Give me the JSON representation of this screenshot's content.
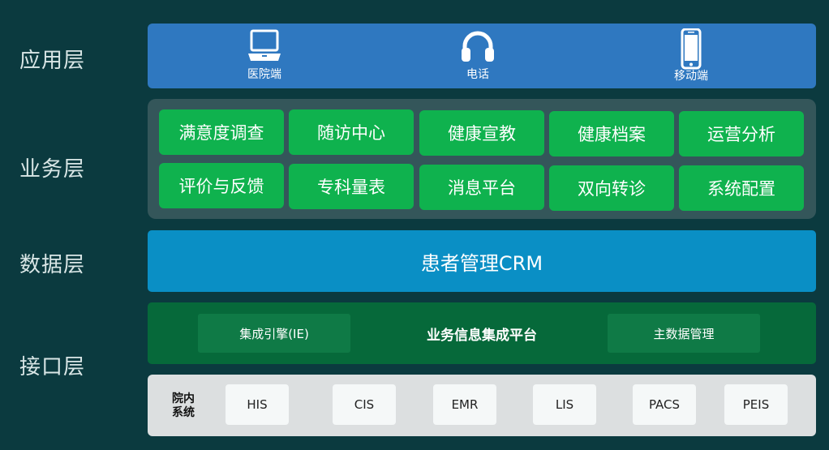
{
  "layers": {
    "application": "应用层",
    "business": "业务层",
    "data": "数据层",
    "interface": "接口层"
  },
  "application": {
    "items": [
      {
        "label": "医院端",
        "icon": "laptop-icon"
      },
      {
        "label": "电话",
        "icon": "headphones-icon"
      },
      {
        "label": "移动端",
        "icon": "smartphone-icon"
      }
    ]
  },
  "business": {
    "modules": [
      "满意度调查",
      "随访中心",
      "健康宣教",
      "健康档案",
      "运营分析",
      "评价与反馈",
      "专科量表",
      "消息平台",
      "双向转诊",
      "系统配置"
    ]
  },
  "data": {
    "title": "患者管理CRM"
  },
  "integration": {
    "left": "集成引擎(IE)",
    "title": "业务信息集成平台",
    "right": "主数据管理"
  },
  "systems": {
    "title_line1": "院内",
    "title_line2": "系统",
    "items": [
      "HIS",
      "CIS",
      "EMR",
      "LIS",
      "PACS",
      "PEIS"
    ]
  },
  "colors": {
    "background": "#0b3a3f",
    "application_bar": "#2f78c0",
    "business_panel": "#34565a",
    "module_button": "#0fb24e",
    "data_bar": "#0a8fc5",
    "integration_bar": "#06693a",
    "systems_panel": "#dcdfe0"
  }
}
